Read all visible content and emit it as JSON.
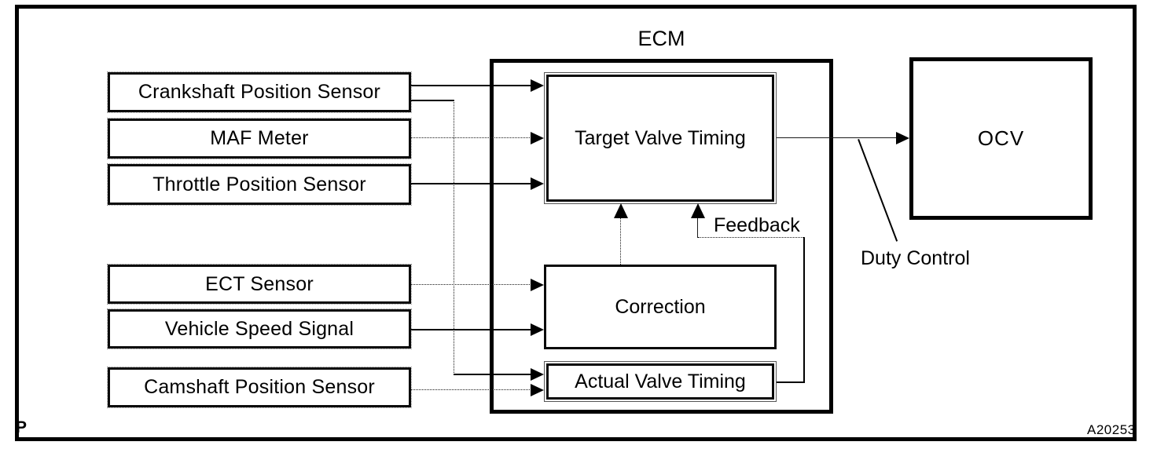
{
  "diagram": {
    "ecm_label": "ECM",
    "sensors": [
      {
        "label": "Crankshaft Position Sensor"
      },
      {
        "label": "MAF Meter"
      },
      {
        "label": "Throttle Position Sensor"
      },
      {
        "label": "ECT Sensor"
      },
      {
        "label": "Vehicle Speed Signal"
      },
      {
        "label": "Camshaft Position Sensor"
      }
    ],
    "blocks": {
      "target": "Target Valve Timing",
      "correction": "Correction",
      "actual": "Actual Valve Timing"
    },
    "ocv_label": "OCV",
    "feedback_label": "Feedback",
    "duty_control_label": "Duty Control",
    "page_marker": "P",
    "figure_id": "A20253",
    "colors": {
      "line": "#000000",
      "background": "#ffffff",
      "text": "#000000"
    }
  }
}
